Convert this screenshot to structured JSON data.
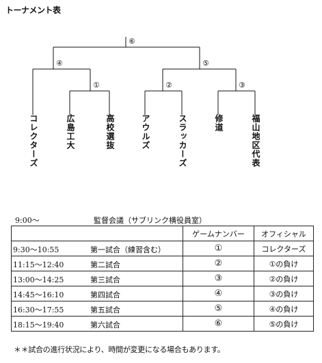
{
  "title": "トーナメント表",
  "bracket": {
    "match_labels": [
      "⑥",
      "④",
      "⑤",
      "①",
      "②",
      "③"
    ],
    "teams": [
      "コレクターズ",
      "広島工大",
      "高校選抜",
      "アウルズ",
      "スラッカーズ",
      "修道",
      "福山地区代表"
    ]
  },
  "schedule": {
    "meeting_time": "9:00～",
    "meeting_name": "監督会議（サブリンク横役員室）",
    "headers": {
      "game_number": "ゲームナンバー",
      "official": "オフィシャル"
    },
    "rows": [
      {
        "time": "9:30～10:55",
        "name": "第一試合（練習含む）",
        "number": "①",
        "official": "コレクターズ"
      },
      {
        "time": "11:15～12:40",
        "name": "第二試合",
        "number": "②",
        "official": "①の負け"
      },
      {
        "time": "13:00～14:25",
        "name": "第三試合",
        "number": "③",
        "official": "②の負け"
      },
      {
        "time": "14:45～16:10",
        "name": "第四試合",
        "number": "④",
        "official": "③の負け"
      },
      {
        "time": "16:30～17:55",
        "name": "第五試合",
        "number": "⑤",
        "official": "④の負け"
      },
      {
        "time": "18:15～19:40",
        "name": "第六試合",
        "number": "⑥",
        "official": "⑤の負け"
      }
    ]
  },
  "note": "＊＊試合の進行状況により、時間が変更になる場合もあります。"
}
